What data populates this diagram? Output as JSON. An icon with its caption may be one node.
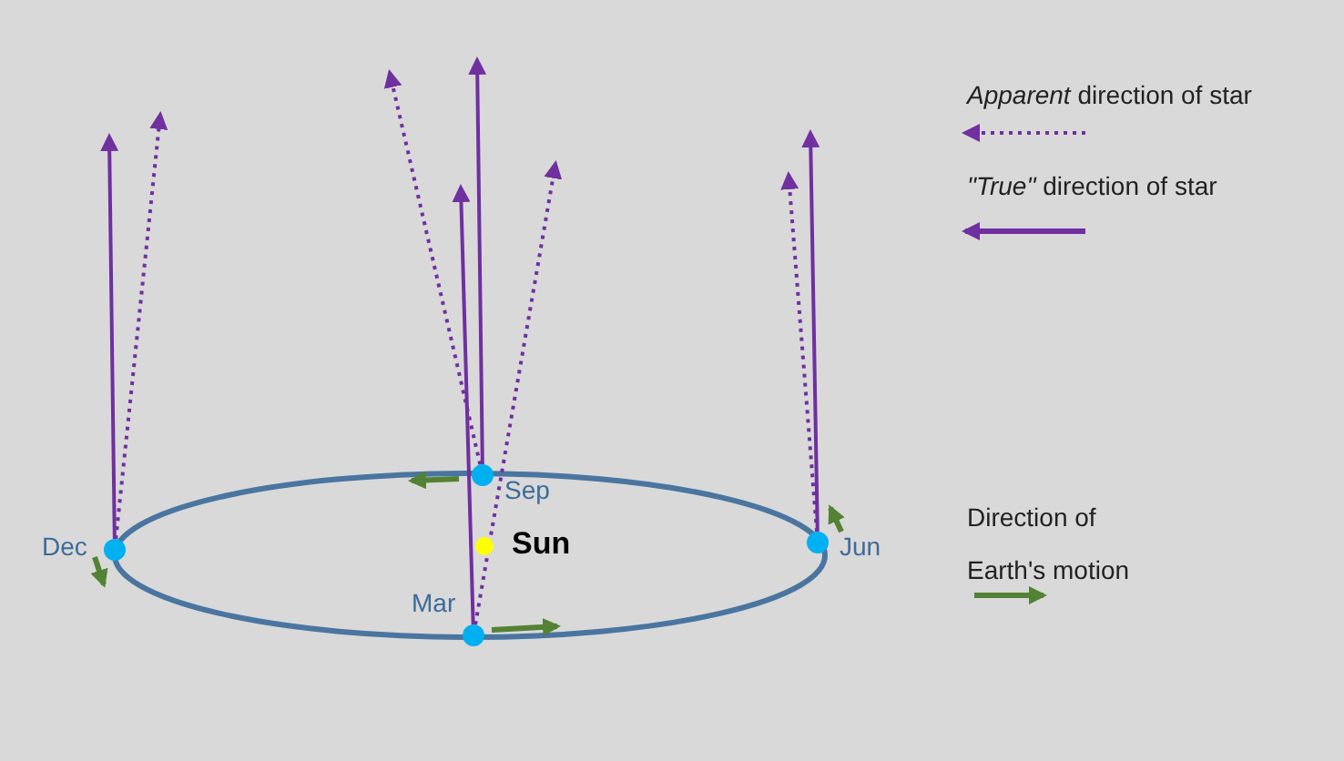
{
  "diagram": {
    "nodes": [
      {
        "text": [],
        "shape": "circle",
        "beside": [
          "Dec"
        ]
      },
      {
        "text": [],
        "shape": "circle",
        "beside": [
          "Sep"
        ]
      },
      {
        "text": [],
        "shape": "circle",
        "beside": [
          "Sun"
        ]
      },
      {
        "text": [],
        "shape": "circle",
        "beside": [
          "Mar"
        ]
      },
      {
        "text": [],
        "shape": "circle",
        "beside": [
          "Jun"
        ]
      }
    ],
    "edges": [
      {
        "from": 0,
        "to": null,
        "arrow": "to"
      },
      {
        "from": 0,
        "to": null,
        "arrow": "to",
        "style": "dashed"
      },
      {
        "from": 1,
        "to": null,
        "arrow": "to"
      },
      {
        "from": 1,
        "to": null,
        "arrow": "to",
        "style": "dashed"
      },
      {
        "from": 3,
        "to": null,
        "arrow": "to"
      },
      {
        "from": 3,
        "to": null,
        "arrow": "to",
        "style": "dashed"
      },
      {
        "from": 4,
        "to": null,
        "arrow": "to"
      },
      {
        "from": 4,
        "to": null,
        "arrow": "to",
        "style": "dashed"
      }
    ],
    "legend": [
      {
        "text": "*Apparent* direction of star"
      },
      {
        "text": "*\"True\"* direction of star"
      },
      {
        "text": "Direction of Earth's motion"
      }
    ]
  }
}
